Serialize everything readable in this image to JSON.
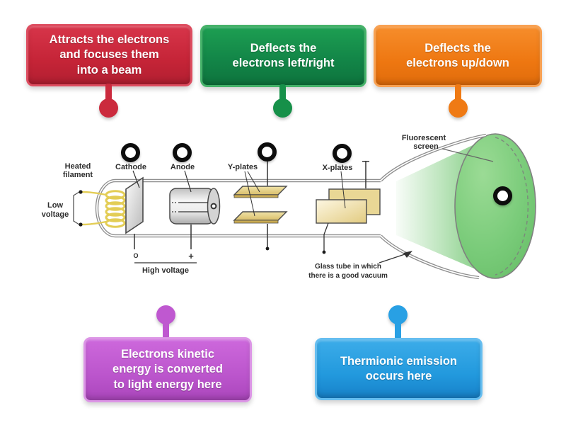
{
  "cards": {
    "attracts": {
      "text": "Attracts the electrons\nand focuses them\ninto a beam",
      "color": "#c52437"
    },
    "deflect_lr": {
      "text": "Deflects the\nelectrons left/right",
      "color": "#128447"
    },
    "deflect_ud": {
      "text": "Deflects the\nelectrons up/down",
      "color": "#ee7711"
    },
    "kinetic": {
      "text": "Electrons kinetic\nenergy is converted\nto light energy here",
      "color": "#bb55cc"
    },
    "thermionic": {
      "text": "Thermionic emission\noccurs here",
      "color": "#2299dd"
    }
  },
  "diagram": {
    "heated_filament": {
      "line1": "Heated",
      "line2": "filament"
    },
    "low_voltage": {
      "line1": "Low",
      "line2": "voltage"
    },
    "cathode": "Cathode",
    "anode": "Anode",
    "y_plates": "Y-plates",
    "x_plates": "X-plates",
    "fluorescent_screen": {
      "line1": "Fluorescent",
      "line2": "screen"
    },
    "glass_tube": {
      "line1": "Glass tube in which",
      "line2": "there is a good vacuum"
    },
    "high_voltage": "High voltage",
    "neg_terminal": "O",
    "pos_terminal": "+",
    "screen_color": "#74c874"
  },
  "drop_targets": [
    "cathode",
    "anode",
    "y-plates",
    "x-plates",
    "screen"
  ]
}
